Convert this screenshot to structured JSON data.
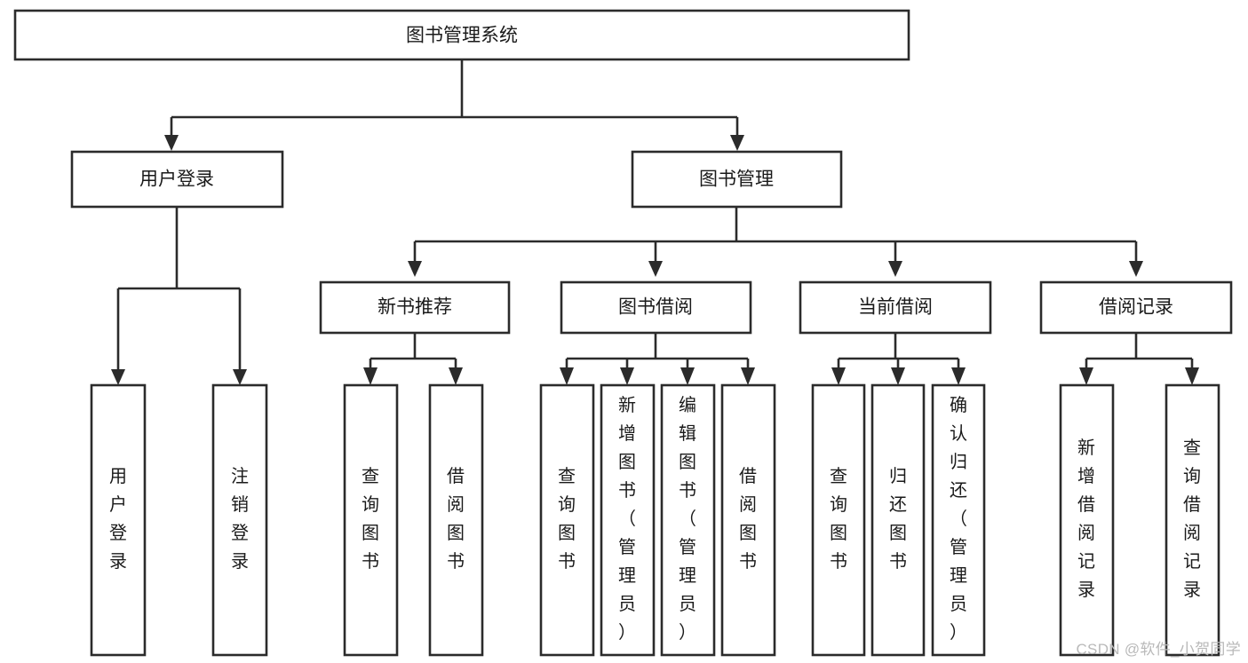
{
  "diagram": {
    "title": "图书管理系统",
    "type": "tree-hierarchy-diagram",
    "colors": {
      "background": "#ffffff",
      "box_fill": "#ffffff",
      "box_stroke": "#2b2b2b",
      "text": "#1a1a1a",
      "watermark": "#b9b9b9"
    },
    "root": {
      "label": "图书管理系统"
    },
    "level2": [
      {
        "label": "用户登录"
      },
      {
        "label": "图书管理"
      }
    ],
    "level3": [
      {
        "label": "新书推荐"
      },
      {
        "label": "图书借阅"
      },
      {
        "label": "当前借阅"
      },
      {
        "label": "借阅记录"
      }
    ],
    "leaves_user_login": [
      {
        "label": "用户登录"
      },
      {
        "label": "注销登录"
      }
    ],
    "leaves_new_book": [
      {
        "label": "查询图书"
      },
      {
        "label": "借阅图书"
      }
    ],
    "leaves_borrow": [
      {
        "label": "查询图书"
      },
      {
        "label": "新增图书（管理员）"
      },
      {
        "label": "编辑图书（管理员）"
      },
      {
        "label": "借阅图书"
      }
    ],
    "leaves_current": [
      {
        "label": "查询图书"
      },
      {
        "label": "归还图书"
      },
      {
        "label": "确认归还（管理员）"
      }
    ],
    "leaves_record": [
      {
        "label": "新增借阅记录"
      },
      {
        "label": "查询借阅记录"
      }
    ],
    "watermark": "CSDN @软件_小贺同学"
  }
}
